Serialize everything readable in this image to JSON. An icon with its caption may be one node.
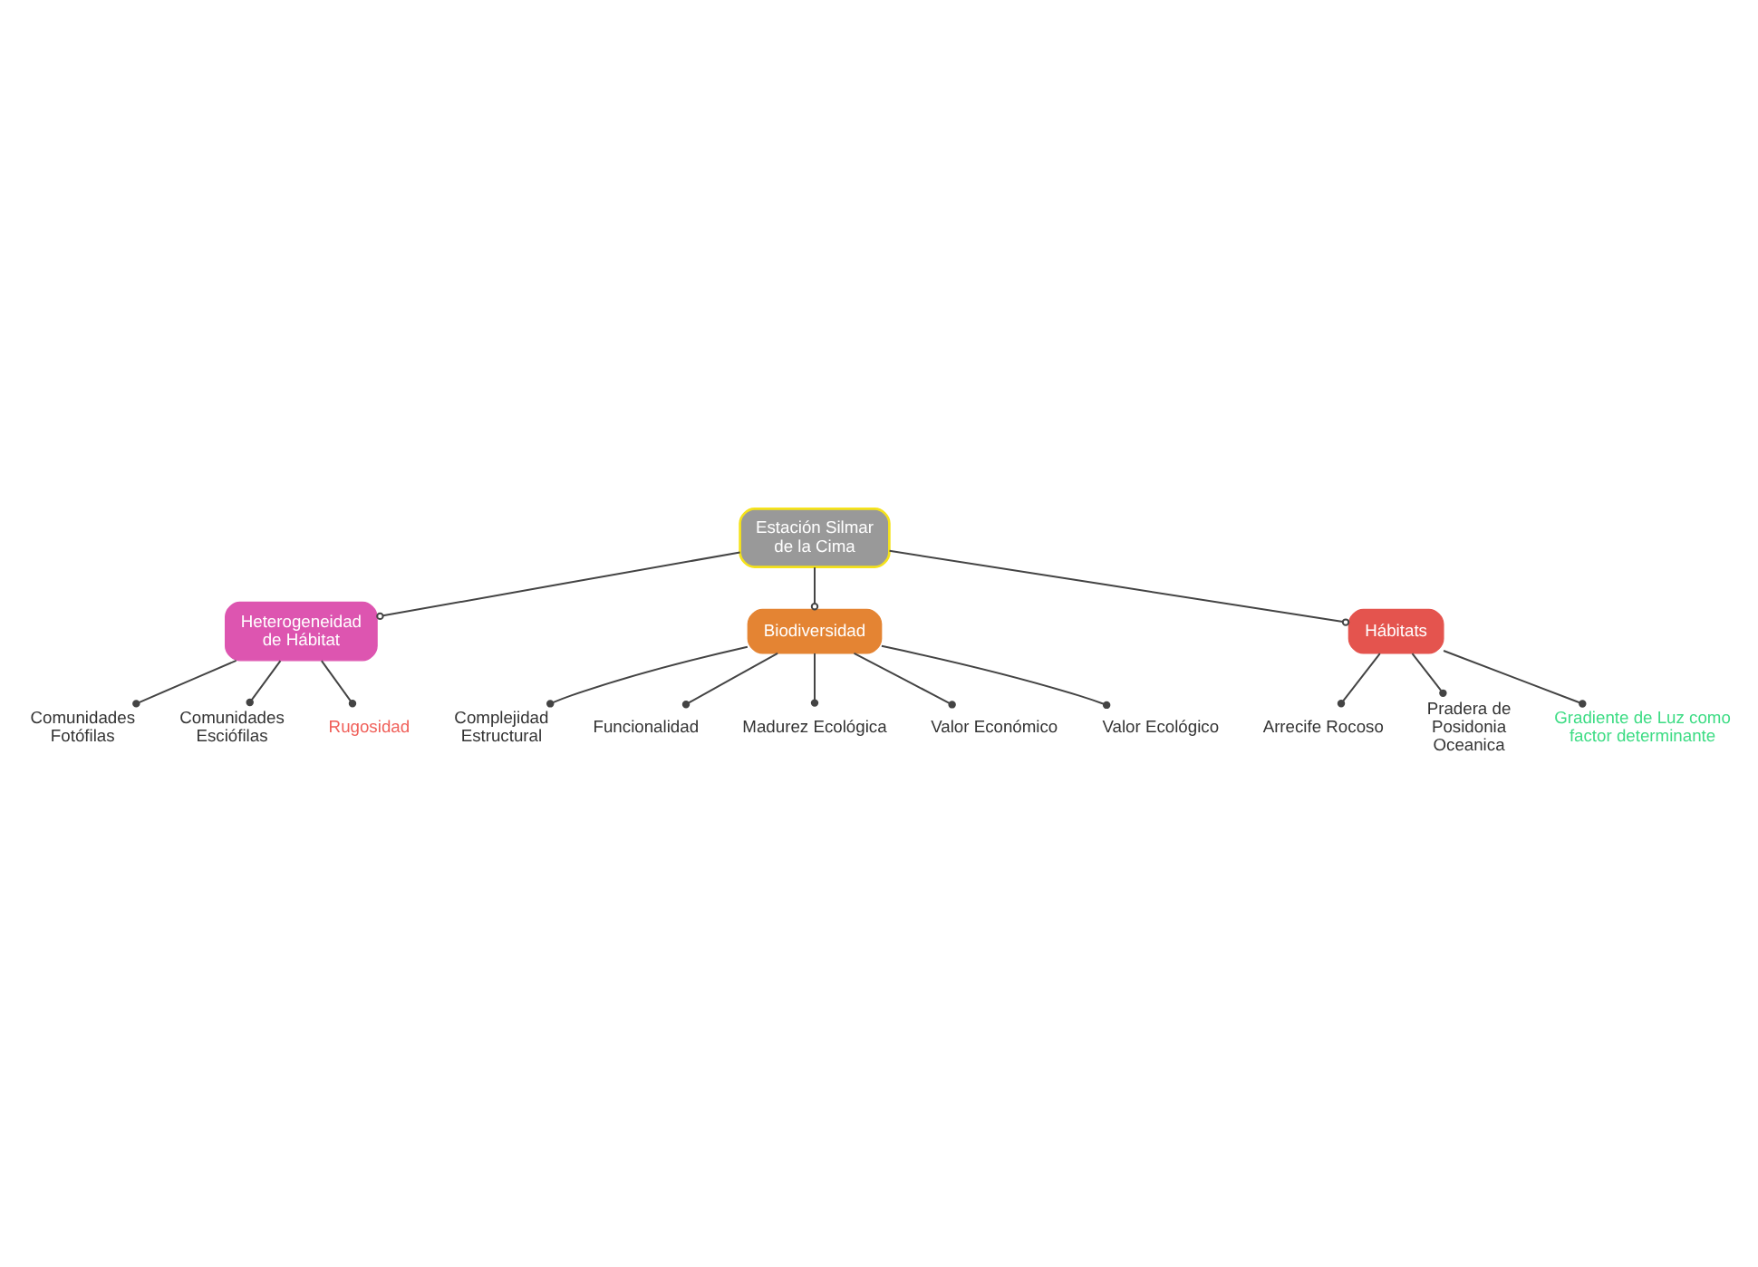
{
  "diagram": {
    "nodes": [
      {
        "text": [
          "Estación Silmar de la Cima"
        ]
      },
      {
        "text": [
          "Heterogeneidad de Hábitat"
        ]
      },
      {
        "text": [
          "Comunidades Fotófilas"
        ]
      },
      {
        "text": [
          "Comunidades Esciófilas"
        ]
      },
      {
        "text": [
          "Rugosidad"
        ]
      },
      {
        "text": [
          "Biodiversidad"
        ]
      },
      {
        "text": [
          "Complejidad Estructural"
        ]
      },
      {
        "text": [
          "Funcionalidad"
        ]
      },
      {
        "text": [
          "Madurez Ecológica"
        ]
      },
      {
        "text": [
          "Valor Económico"
        ]
      },
      {
        "text": [
          "Valor Ecológico"
        ]
      },
      {
        "text": [
          "Hábitats"
        ]
      },
      {
        "text": [
          "Arrecife Rocoso"
        ]
      },
      {
        "text": [
          "Pradera de Posidonia Oceanica"
        ]
      },
      {
        "text": [
          "Gradiente de Luz como factor determinante"
        ]
      }
    ],
    "edges": [
      {
        "from": 0,
        "to": 1,
        "arrow": "other"
      },
      {
        "from": 1,
        "to": 2,
        "arrow": "other"
      },
      {
        "from": 1,
        "to": 3,
        "arrow": "other"
      },
      {
        "from": 1,
        "to": 4,
        "arrow": "other"
      },
      {
        "from": 0,
        "to": 5,
        "arrow": "other"
      },
      {
        "from": 5,
        "to": 6,
        "arrow": "other"
      },
      {
        "from": 5,
        "to": 7,
        "arrow": "other"
      },
      {
        "from": 5,
        "to": 8,
        "arrow": "other"
      },
      {
        "from": 5,
        "to": 9,
        "arrow": "other"
      },
      {
        "from": 5,
        "to": 10,
        "arrow": "other"
      },
      {
        "from": 0,
        "to": 11,
        "arrow": "other"
      },
      {
        "from": 11,
        "to": 12,
        "arrow": "other"
      },
      {
        "from": 11,
        "to": 13,
        "arrow": "other"
      },
      {
        "from": 11,
        "to": 14,
        "arrow": "other"
      }
    ]
  }
}
